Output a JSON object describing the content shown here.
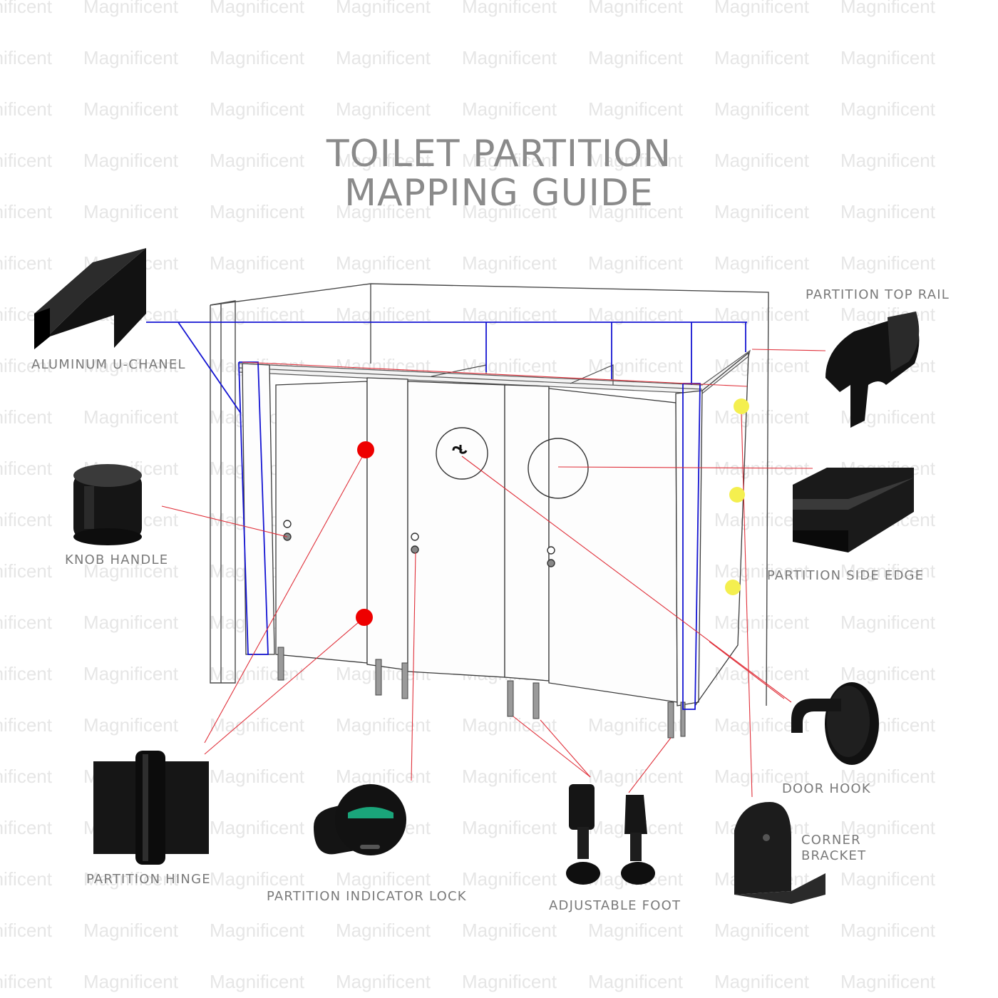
{
  "title": {
    "line1": "TOILET PARTITION",
    "line2": "MAPPING GUIDE"
  },
  "watermark": "Magnificent",
  "colors": {
    "leader_line": "#e0303a",
    "blue_line": "#1414d2",
    "red_marker": "#ee0000",
    "yellow_marker": "#f4ef4f",
    "title": "#8a8a8a",
    "label": "#7a7a7a",
    "part": "#141414"
  },
  "parts": {
    "aluminum_u_channel": {
      "label": "ALUMINUM U-CHANEL",
      "icon": "u-channel-icon"
    },
    "knob_handle": {
      "label": "KNOB HANDLE",
      "icon": "knob-handle-icon"
    },
    "partition_hinge": {
      "label": "PARTITION HINGE",
      "icon": "hinge-icon"
    },
    "partition_indicator_lock": {
      "label": "PARTITION INDICATOR LOCK",
      "icon": "indicator-lock-icon"
    },
    "adjustable_foot": {
      "label": "ADJUSTABLE FOOT",
      "icon": "adjustable-foot-icon"
    },
    "partition_top_rail": {
      "label": "PARTITION TOP RAIL",
      "icon": "top-rail-icon"
    },
    "partition_side_edge": {
      "label": "PARTITION SIDE EDGE",
      "icon": "side-edge-icon"
    },
    "door_hook": {
      "label": "DOOR HOOK",
      "icon": "door-hook-icon"
    },
    "corner_bracket": {
      "label_line1": "CORNER",
      "label_line2": "BRACKET",
      "icon": "corner-bracket-icon"
    }
  }
}
